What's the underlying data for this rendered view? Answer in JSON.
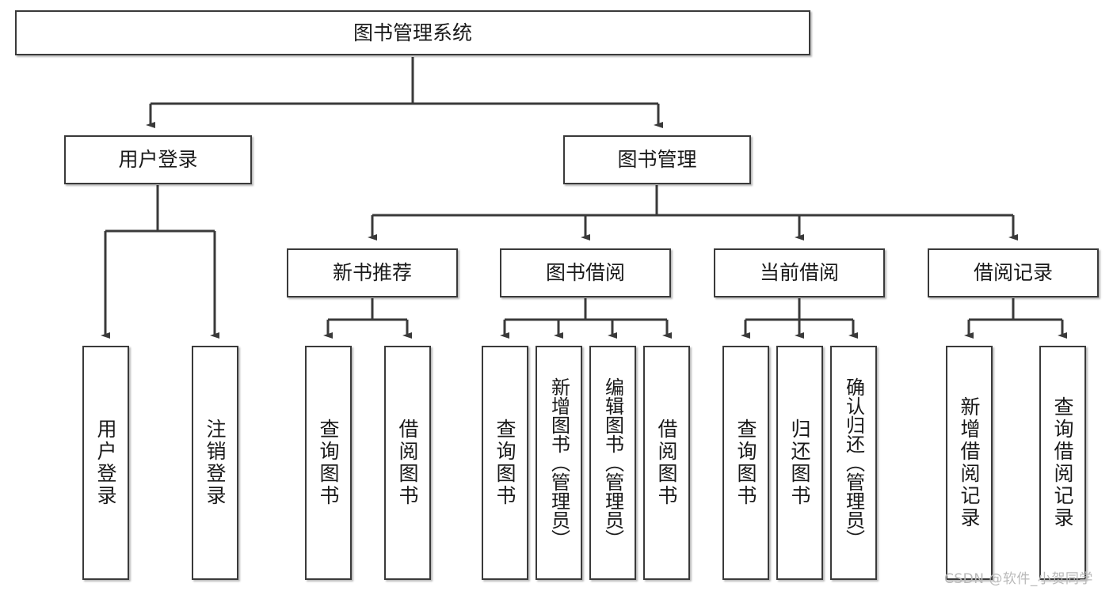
{
  "diagram": {
    "type": "tree-hierarchy-diagram",
    "title_node": {
      "id": "root",
      "label": "图书管理系统"
    },
    "level1": [
      {
        "id": "user-login",
        "label": "用户登录"
      },
      {
        "id": "book-management",
        "label": "图书管理"
      }
    ],
    "level2": [
      {
        "id": "new-book-recommend",
        "label": "新书推荐",
        "parent": "book-management"
      },
      {
        "id": "book-borrow",
        "label": "图书借阅",
        "parent": "book-management"
      },
      {
        "id": "current-borrow",
        "label": "当前借阅",
        "parent": "book-management"
      },
      {
        "id": "borrow-record",
        "label": "借阅记录",
        "parent": "book-management"
      }
    ],
    "leaves": [
      {
        "id": "leaf-user-login",
        "label": "用户登录",
        "parent": "user-login"
      },
      {
        "id": "leaf-logout-login",
        "label": "注销登录",
        "parent": "user-login"
      },
      {
        "id": "leaf-query-book-1",
        "label": "查询图书",
        "parent": "new-book-recommend"
      },
      {
        "id": "leaf-borrow-book-1",
        "label": "借阅图书",
        "parent": "new-book-recommend"
      },
      {
        "id": "leaf-query-book-2",
        "label": "查询图书",
        "parent": "book-borrow"
      },
      {
        "id": "leaf-add-book",
        "label": "新增图书（管理员）",
        "parent": "book-borrow"
      },
      {
        "id": "leaf-edit-book",
        "label": "编辑图书（管理员）",
        "parent": "book-borrow"
      },
      {
        "id": "leaf-borrow-book-2",
        "label": "借阅图书",
        "parent": "book-borrow"
      },
      {
        "id": "leaf-query-book-3",
        "label": "查询图书",
        "parent": "current-borrow"
      },
      {
        "id": "leaf-return-book",
        "label": "归还图书",
        "parent": "current-borrow"
      },
      {
        "id": "leaf-confirm-return",
        "label": "确认归还（管理员）",
        "parent": "current-borrow"
      },
      {
        "id": "leaf-add-record",
        "label": "新增借阅记录",
        "parent": "borrow-record"
      },
      {
        "id": "leaf-query-record",
        "label": "查询借阅记录",
        "parent": "borrow-record"
      }
    ],
    "colors": {
      "box_border": "#3a3a3a",
      "box_fill": "#ffffff",
      "edge": "#3a3a3a",
      "text": "#1a1a1a",
      "watermark": "#b9b9b9"
    }
  },
  "watermark": {
    "text": "CSDN @软件_小贺同学"
  }
}
